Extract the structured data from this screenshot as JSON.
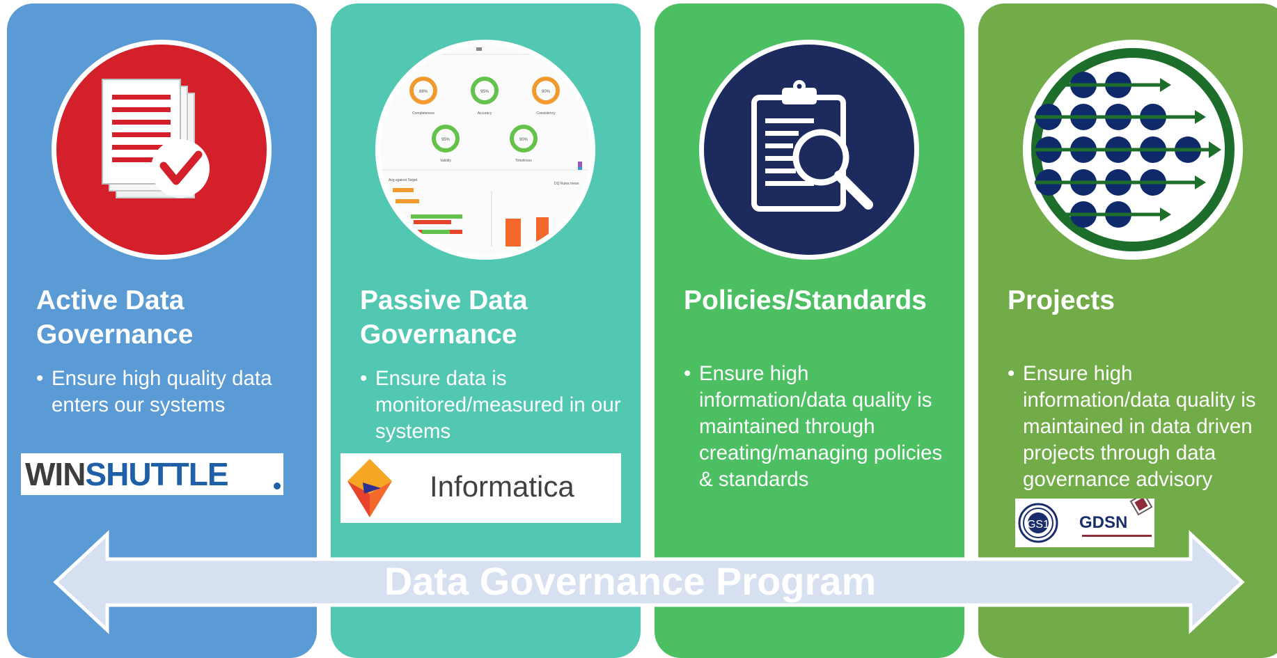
{
  "panels": [
    {
      "title": "Active Data Governance",
      "bullet": "Ensure high quality data enters our systems",
      "logo_text": "WINSHUTTLE",
      "icon": "document-checkmark-icon",
      "color": "#5b9bd5"
    },
    {
      "title": "Passive Data Governance",
      "bullet": "Ensure data is monitored/measured in our systems",
      "logo_text": "Informatica",
      "icon": "dashboard-screenshot",
      "color": "#52c8b3",
      "dashboard": {
        "gauges": [
          {
            "value": "88%",
            "label": "Completeness"
          },
          {
            "value": "95%",
            "label": "Accuracy"
          },
          {
            "value": "90%",
            "label": "Consistency"
          },
          {
            "value": "95%",
            "label": "Validity"
          },
          {
            "value": "90%",
            "label": "Timeliness"
          }
        ],
        "left_chart_title": "Avg against Target",
        "right_chart_title": "DQ Rules mean"
      }
    },
    {
      "title": "Policies/Standards",
      "bullet": "Ensure high information/data quality is maintained through creating/managing policies & standards",
      "icon": "clipboard-search-icon",
      "color": "#4cbf63"
    },
    {
      "title": "Projects",
      "bullet": "Ensure high information/data quality is maintained in data driven projects through data governance advisory",
      "logo_text_1": "GS1",
      "logo_text_2": "GDSN",
      "icon": "dots-arrows-icon",
      "color": "#71ac48"
    }
  ],
  "program_label": "Data Governance Program",
  "bullet_char": "•"
}
